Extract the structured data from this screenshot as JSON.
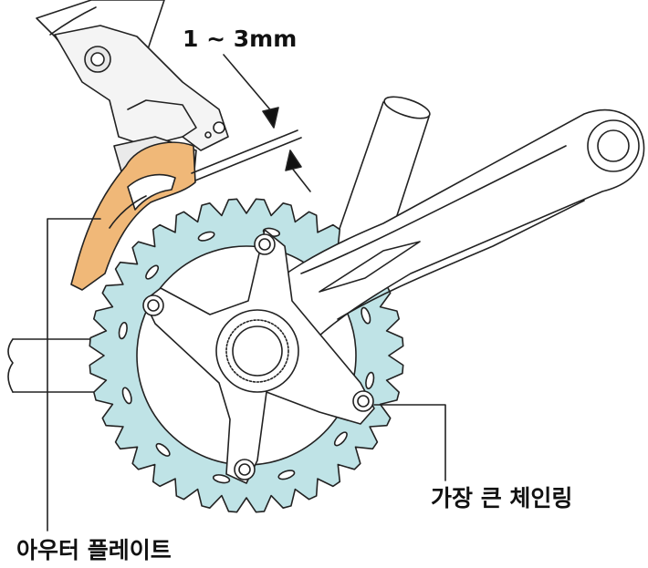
{
  "labels": {
    "gap": "1 ~ 3mm",
    "largest_chainring": "가장 큰 체인링",
    "outer_plate": "아우터 플레이트"
  },
  "colors": {
    "chainring_fill": "#bfe3e6",
    "outer_plate_fill": "#f0b878",
    "line": "#222222",
    "background": "#ffffff"
  },
  "chainring": {
    "teeth": 36
  },
  "spider_arms": 4
}
